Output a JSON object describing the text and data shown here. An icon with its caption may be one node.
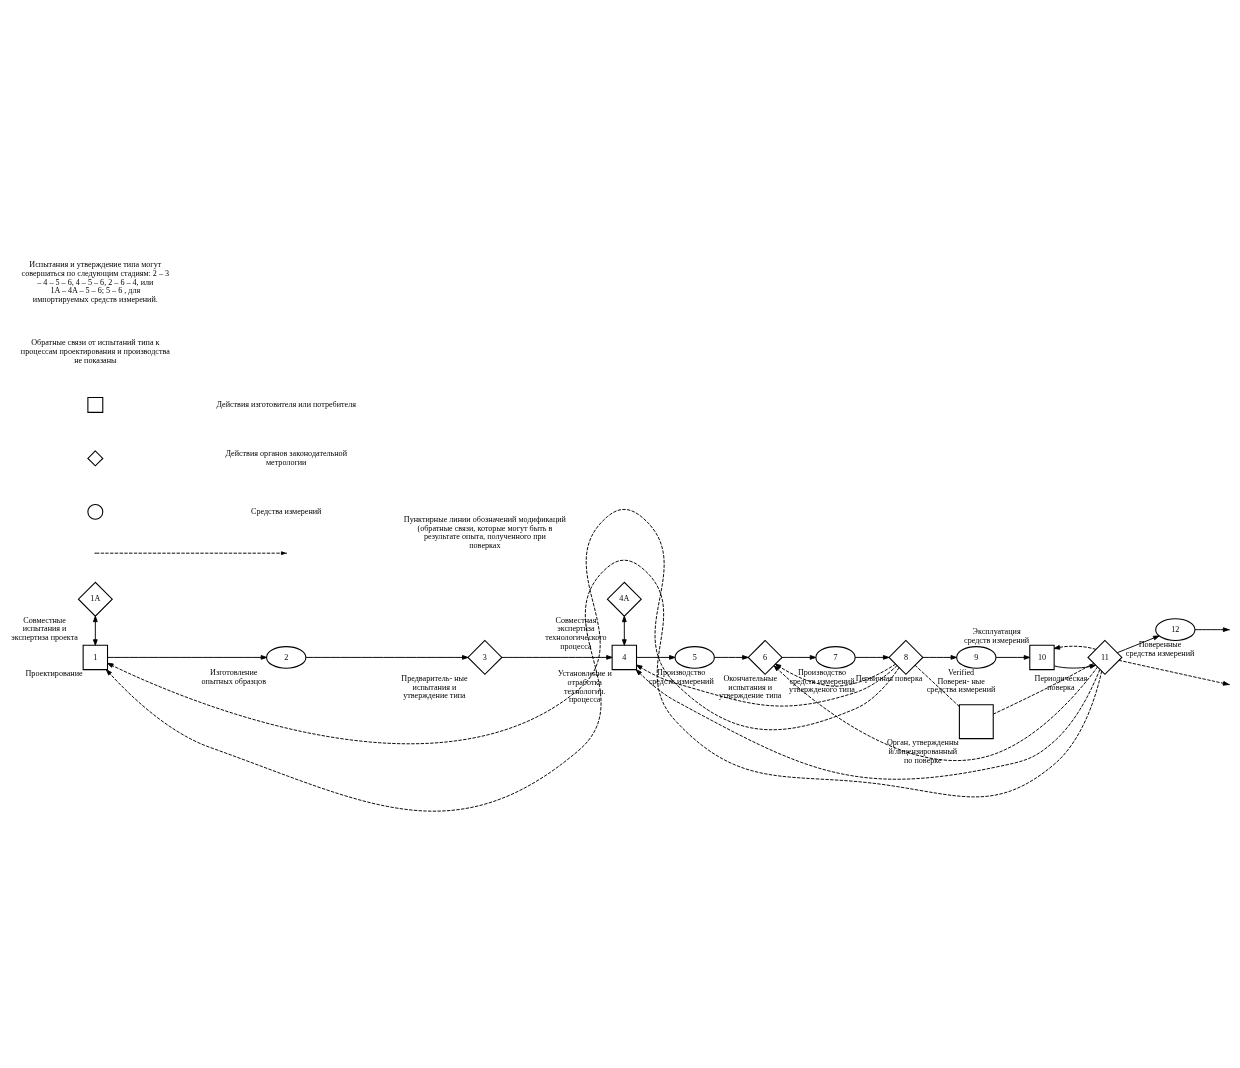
{
  "diagram": {
    "nodes": [
      {
        "text": [
          "1A"
        ],
        "beside": [
          "Совместные испытания и экспертиза проекта"
        ]
      },
      {
        "text": [
          "4A"
        ],
        "beside": [
          "Совместная экспертиза технологического процесса"
        ]
      },
      {
        "text": [
          "1"
        ],
        "beside": [
          "Проектирование"
        ]
      },
      {
        "text": [
          "2"
        ],
        "beside": [
          "Изготовление опытных образцов"
        ]
      },
      {
        "text": [
          "3"
        ],
        "beside": [
          "Предваритель- ные испытания и утверждение типа"
        ]
      },
      {
        "text": [
          "4"
        ],
        "beside": [
          "Установление и отработка технологич. процесса"
        ]
      },
      {
        "text": [
          "5"
        ],
        "beside": [
          "Производство средств измерений"
        ]
      },
      {
        "text": [
          "6"
        ],
        "beside": [
          "Окончательные испытания и утверждение типа"
        ]
      },
      {
        "text": [
          "7"
        ],
        "beside": [
          "Производство средств измерений утвержденого типа"
        ]
      },
      {
        "text": [
          "8"
        ],
        "beside": [
          "Первичная поверка"
        ]
      },
      {
        "text": [
          "9"
        ],
        "beside": [
          "Verified",
          "Поверен- ные средства измерений"
        ]
      },
      {
        "text": [
          "10"
        ],
        "beside": [
          "Эксплуатация средств измерений"
        ]
      },
      {
        "text": [
          "11"
        ],
        "beside": [
          "Периодическая поверка"
        ]
      },
      {
        "text": [
          "12"
        ],
        "beside": [
          "Поверенные средства измерений"
        ]
      },
      {
        "text": [],
        "shape": "box",
        "beside": [
          "Орган, утвержденный/лицензированный  по поверке"
        ]
      }
    ],
    "edges": [
      {
        "from": 0,
        "to": 2,
        "arrow": "both"
      },
      {
        "from": 1,
        "to": 5,
        "arrow": "both"
      },
      {
        "from": 2,
        "to": 3,
        "arrow": "to"
      },
      {
        "from": 3,
        "to": 4,
        "arrow": "to"
      },
      {
        "from": 4,
        "to": 5,
        "arrow": "to"
      },
      {
        "from": 5,
        "to": 6,
        "arrow": "to"
      },
      {
        "from": 6,
        "to": 7,
        "arrow": "to"
      },
      {
        "from": 7,
        "to": 8,
        "arrow": "to"
      },
      {
        "from": 8,
        "to": 9,
        "arrow": "to"
      },
      {
        "from": 9,
        "to": 10,
        "arrow": "to"
      },
      {
        "from": 10,
        "to": 11,
        "arrow": "to"
      },
      {
        "from": 11,
        "to": 12,
        "arrow": "to"
      },
      {
        "from": 12,
        "to": 13,
        "arrow": "to"
      },
      {
        "from": 13,
        "to": null,
        "arrow": "to"
      },
      {
        "from": 14,
        "to": 9,
        "arrow": "none",
        "style": "dashed"
      },
      {
        "from": 14,
        "to": 12,
        "arrow": "none",
        "style": "dashed"
      },
      {
        "from": 12,
        "to": 2,
        "arrow": "to",
        "style": "dashed"
      },
      {
        "from": 12,
        "to": 5,
        "arrow": "to",
        "style": "dashed"
      },
      {
        "from": 12,
        "to": 7,
        "arrow": "to",
        "style": "dashed"
      },
      {
        "from": 12,
        "to": 11,
        "arrow": "to",
        "style": "dashed"
      },
      {
        "from": 12,
        "to": null,
        "arrow": "to",
        "style": "dashed"
      },
      {
        "from": 9,
        "to": 2,
        "arrow": "to",
        "style": "dashed"
      },
      {
        "from": 9,
        "to": 5,
        "arrow": "to",
        "style": "dashed"
      },
      {
        "from": 9,
        "to": 7,
        "arrow": "to",
        "style": "dashed"
      }
    ],
    "labels": [
      "Обратные связи от испытаний типа к процессам проектирования и производства не показаны",
      "Испытания и утверждение типа могут совершаться по следующим стадиям: 2 – 3 – 4 – 5 – 6, 4 – 5 – 6, 2 – 6 – 4, или 1A – 4A – 5 – 6; 5 – 6 , для импортируемых средств измерений."
    ],
    "legend": [
      {
        "text": "Действия изготовителя или потребителя"
      },
      {
        "text": "Действия органов законодательной метрологии"
      },
      {
        "text": "Средства измерений"
      },
      {
        "text": "Пунктирные линии обозначений модификаций (обратные связи, которые могут быть в результате опыта, полученного при поверках"
      }
    ]
  }
}
